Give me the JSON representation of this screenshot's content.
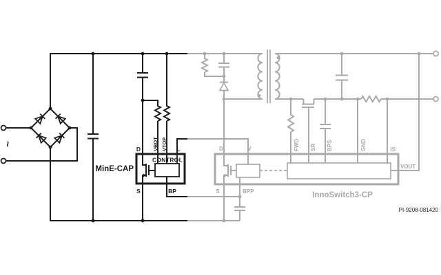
{
  "schematic": {
    "part_number": "PI-9208-081420",
    "ac_source_symbol": "~",
    "colors": {
      "active_wire": "#1c1c1c",
      "inactive_wire": "#a9a9a9",
      "background": "#ffffff"
    },
    "mine_cap": {
      "label": "MinE-CAP",
      "control_label": "CONTROL",
      "pins": {
        "d": "D",
        "vbot": "VBOT",
        "vtop": "VTOP",
        "l": "L",
        "s": "S",
        "bp": "BP"
      }
    },
    "innoswitch": {
      "label": "InnoSwitch3-CP",
      "pins": {
        "d": "D",
        "v": "V",
        "fwd": "FWD",
        "sr": "SR",
        "bps": "BPS",
        "gnd": "GND",
        "is": "IS",
        "vout": "VOUT",
        "s": "S",
        "bpp": "BPP"
      }
    }
  }
}
